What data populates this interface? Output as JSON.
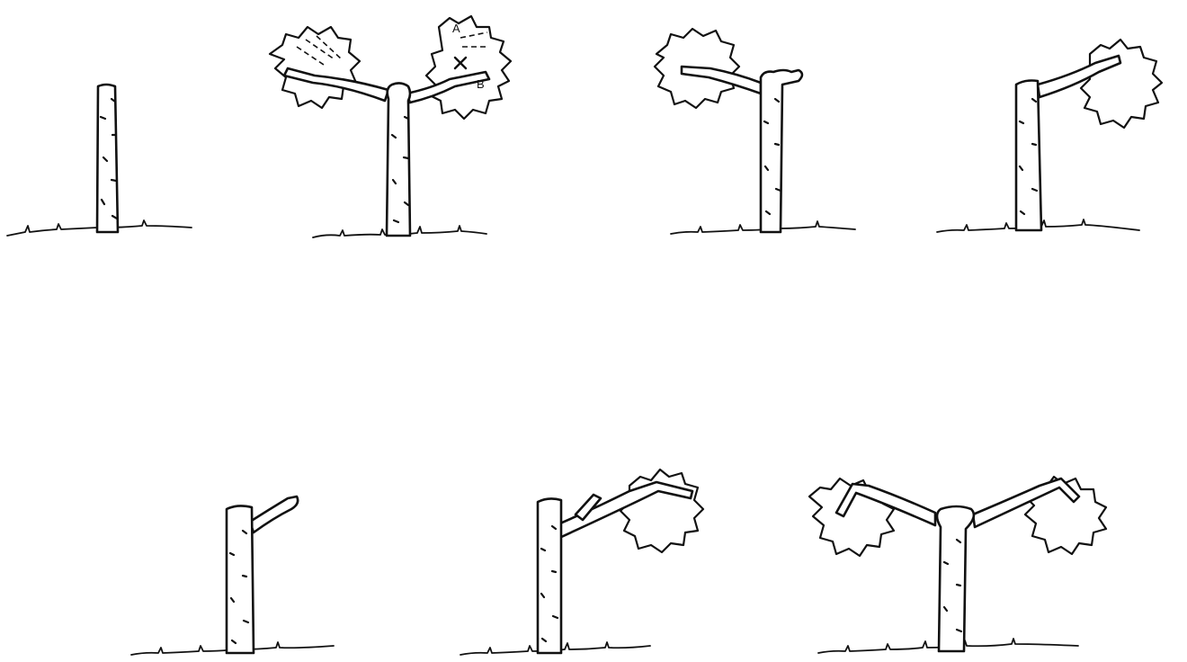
{
  "figure": {
    "panels": [
      {
        "id": "step-1",
        "description_visible": false
      },
      {
        "id": "step-2",
        "labels": [
          "A",
          "B"
        ]
      },
      {
        "id": "step-3"
      },
      {
        "id": "step-4"
      },
      {
        "id": "step-5"
      },
      {
        "id": "step-6"
      },
      {
        "id": "step-7"
      }
    ]
  },
  "colors": {
    "ink": "#111111",
    "background": "#ffffff"
  }
}
